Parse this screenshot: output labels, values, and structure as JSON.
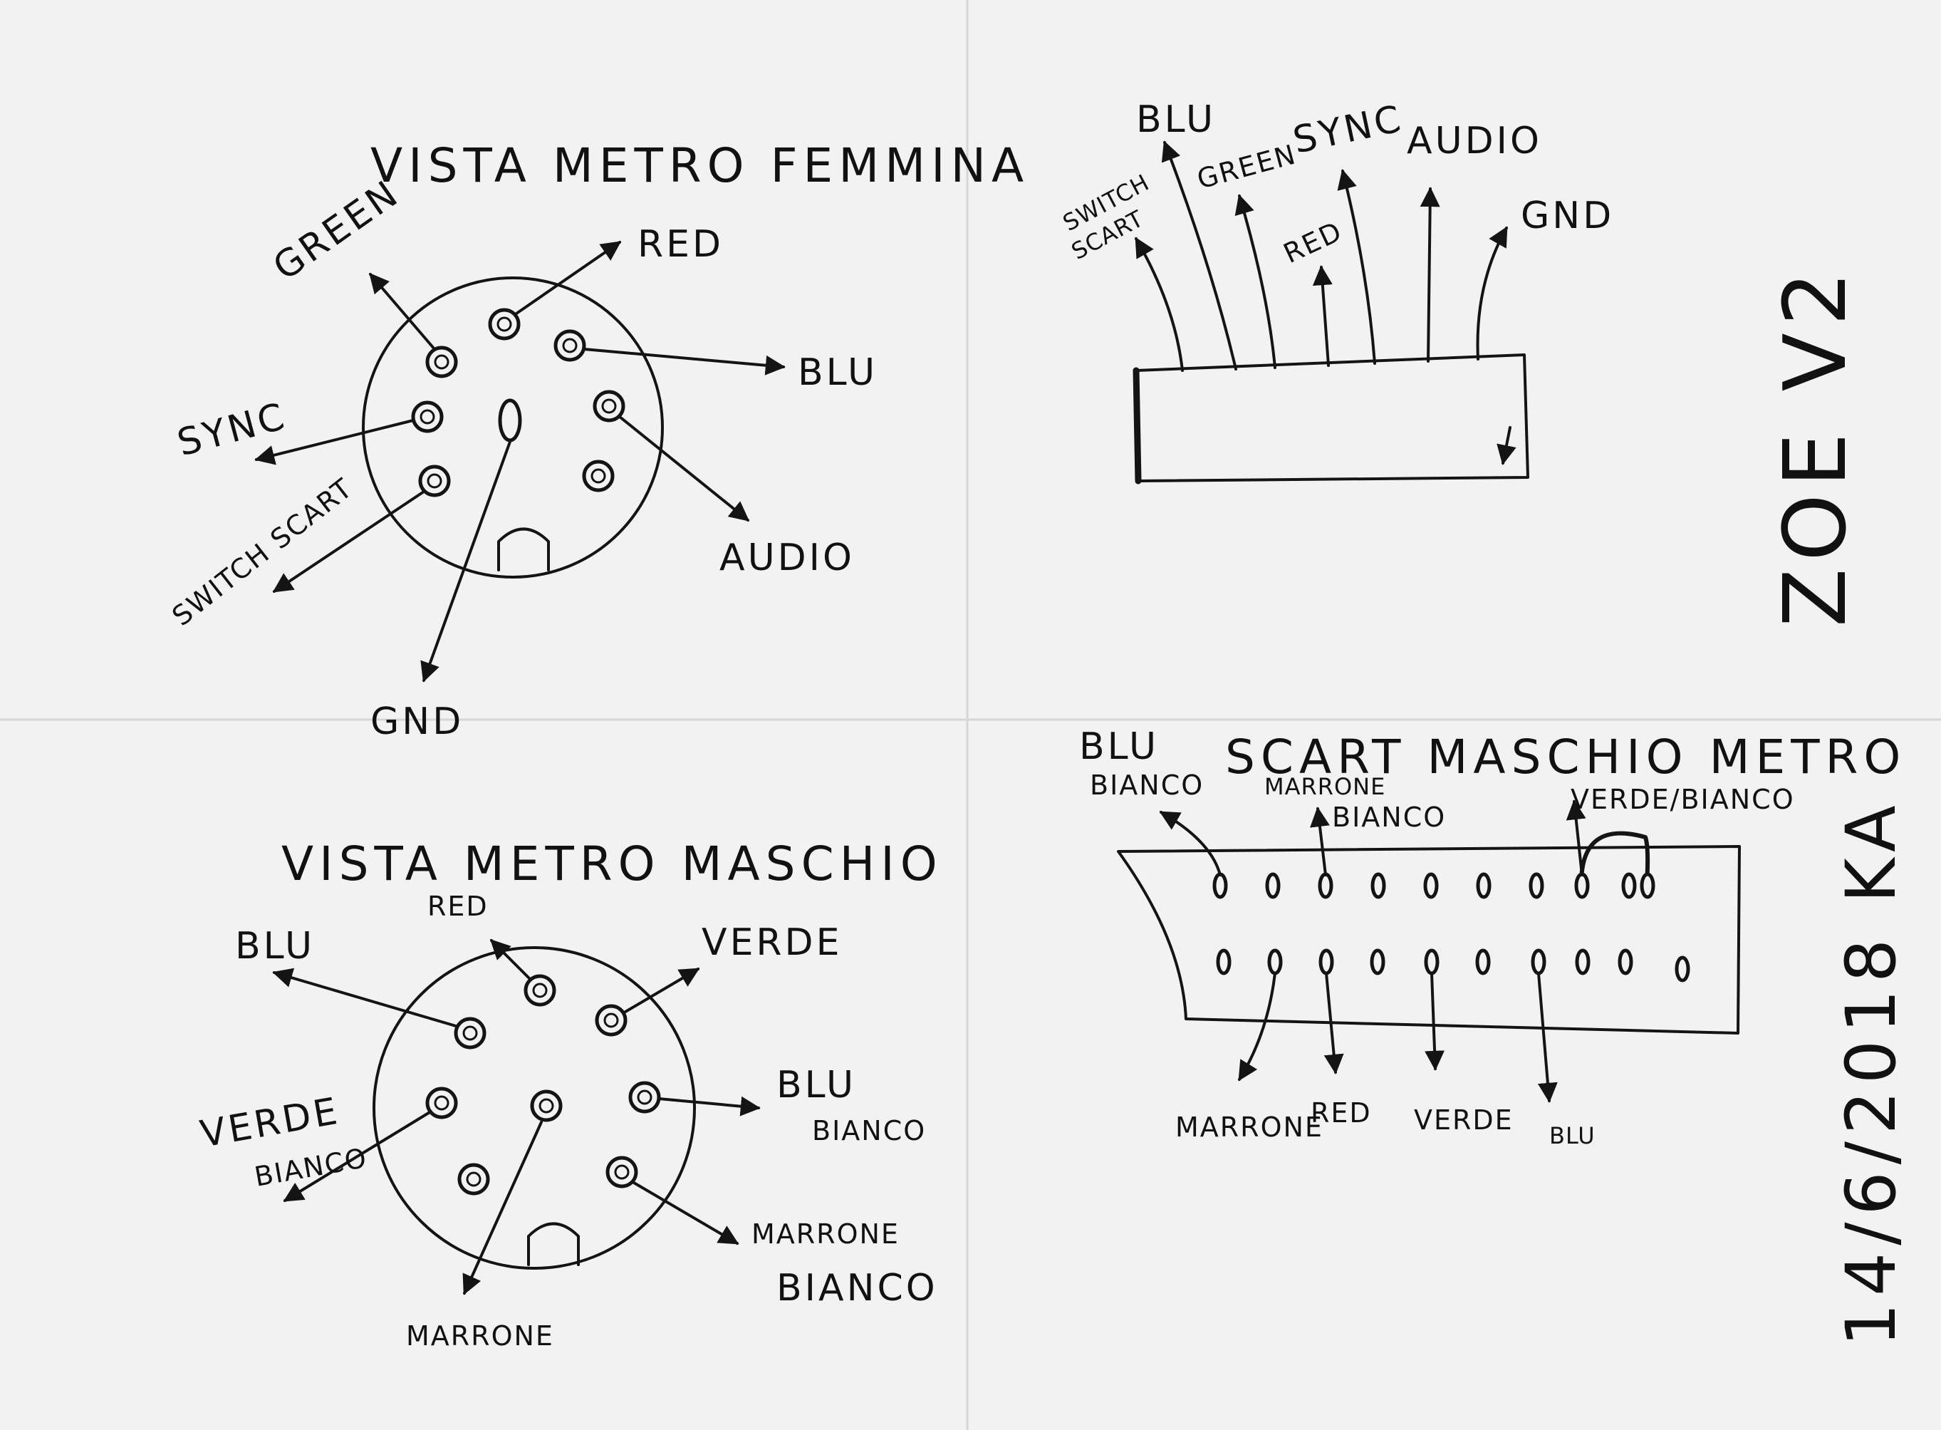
{
  "sheet": {
    "side_title": "ZOE V2",
    "side_date": "14/6/2018 KA"
  },
  "female": {
    "title": "VISTA METRO FEMMINA",
    "labels": {
      "green": "GREEN",
      "red": "RED",
      "blu": "BLU",
      "sync": "SYNC",
      "audio": "AUDIO",
      "switch": "SWITCH SCART",
      "gnd": "GND"
    }
  },
  "male": {
    "title": "VISTA METRO MASCHIO",
    "labels": {
      "red": "RED",
      "blu": "BLU",
      "verde": "VERDE",
      "blu_bianco_1": "BLU",
      "blu_bianco_2": "BIANCO",
      "verde_bianco_1": "VERDE",
      "verde_bianco_2": "BIANCO",
      "marrone": "MARRONE",
      "marrone_bianco_1": "MARRONE",
      "marrone_bianco_2": "BIANCO"
    }
  },
  "header": {
    "labels": {
      "blu": "BLU",
      "green": "GREEN",
      "sync": "SYNC",
      "audio": "AUDIO",
      "switch_1": "SWITCH",
      "switch_2": "SCART",
      "red": "RED",
      "gnd": "GND"
    }
  },
  "scart": {
    "title": "SCART MASCHIO METRO",
    "labels": {
      "blu_bianco_1": "BLU",
      "blu_bianco_2": "BIANCO",
      "marrone_bianco_1": "MARRONE",
      "marrone_bianco_2": "BIANCO",
      "verde_bianco": "VERDE/BIANCO",
      "marrone": "MARRONE",
      "red": "RED",
      "verde": "VERDE",
      "blu": "BLU"
    }
  }
}
